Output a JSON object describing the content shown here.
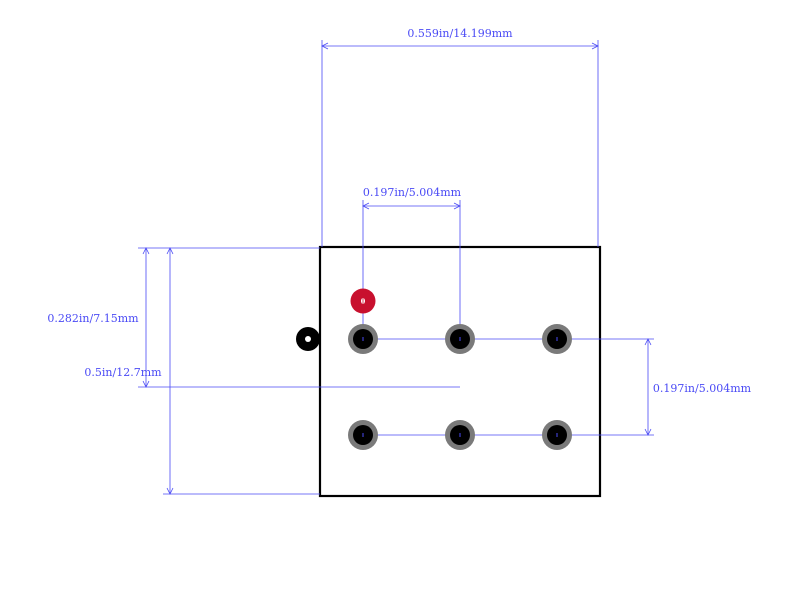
{
  "colors": {
    "dimension": "#4a4af5",
    "outline": "#000000",
    "courtyard": "#c8102e",
    "pad_ring": "#7a7a7a",
    "hole": "#000000",
    "pin1": "#c8102e"
  },
  "dimensions": {
    "width_total": "0.559in/14.199mm",
    "pin_pitch_top": "0.197in/5.004mm",
    "row_offset": "0.282in/7.15mm",
    "height_total": "0.5in/12.7mm",
    "row_pitch": "0.197in/5.004mm"
  },
  "footprint": {
    "pad_count": 6,
    "rows": 2,
    "columns": 3
  }
}
